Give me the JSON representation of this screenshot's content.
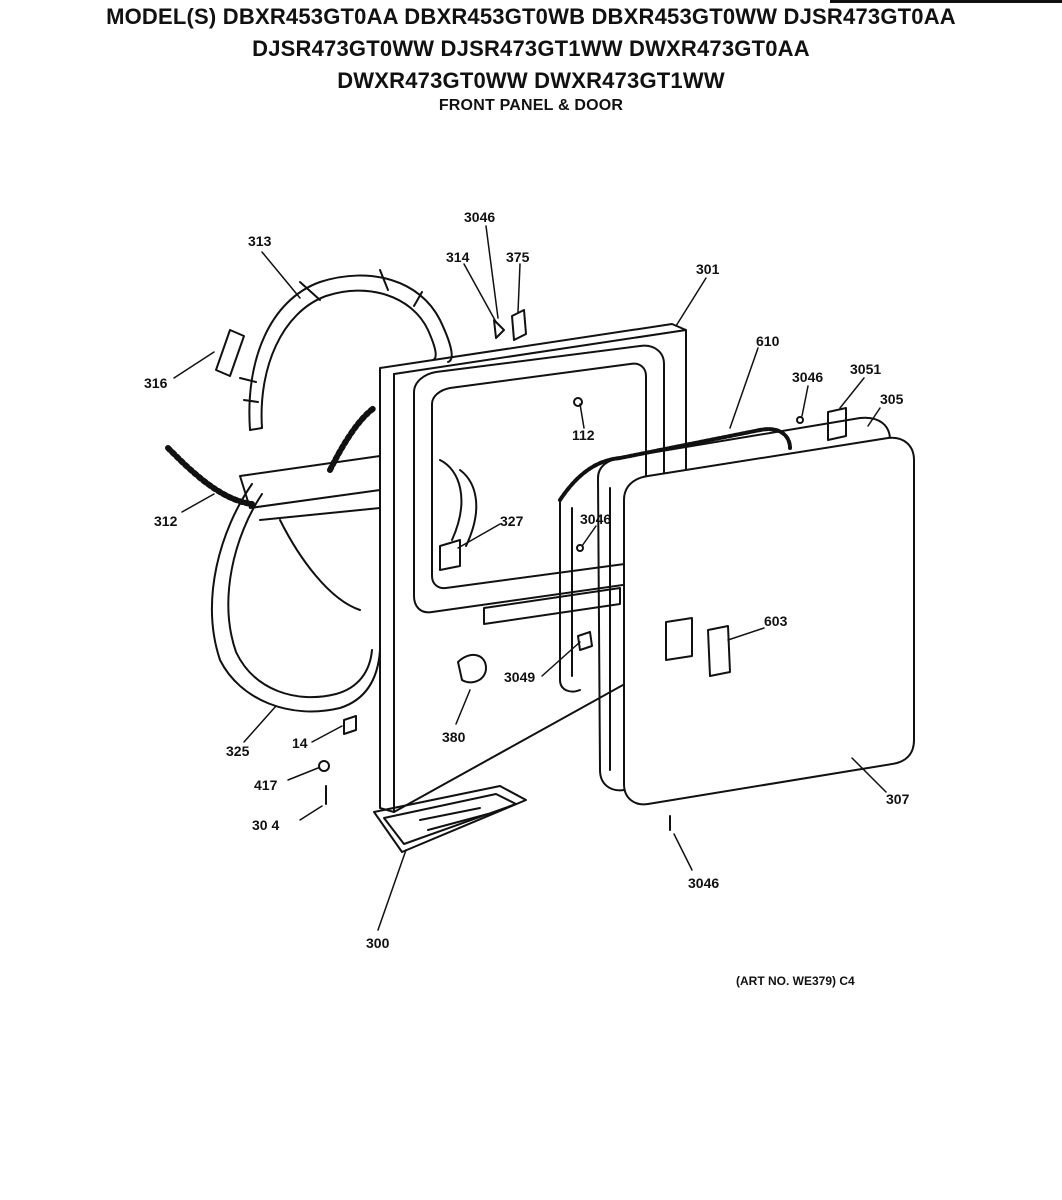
{
  "header": {
    "models_line1": "MODEL(S) DBXR453GT0AA DBXR453GT0WB DBXR453GT0WW DJSR473GT0AA",
    "models_line2": "DJSR473GT0WW DJSR473GT1WW DWXR473GT0AA",
    "models_line3": "DWXR473GT0WW DWXR473GT1WW",
    "section_title": "FRONT PANEL & DOOR"
  },
  "callouts": {
    "c313": "313",
    "c3046_top": "3046",
    "c314": "314",
    "c375": "375",
    "c301": "301",
    "c610": "610",
    "c3046_right": "3046",
    "c3051": "3051",
    "c305": "305",
    "c316": "316",
    "c112": "112",
    "c312": "312",
    "c327": "327",
    "c3046_mid": "3046",
    "c603": "603",
    "c3049": "3049",
    "c380": "380",
    "c325": "325",
    "c14": "14",
    "c417": "417",
    "c304": "30 4",
    "c307": "307",
    "c3046_bottom": "3046",
    "c300": "300"
  },
  "footer": {
    "art_number": "(ART NO. WE379) C4"
  }
}
